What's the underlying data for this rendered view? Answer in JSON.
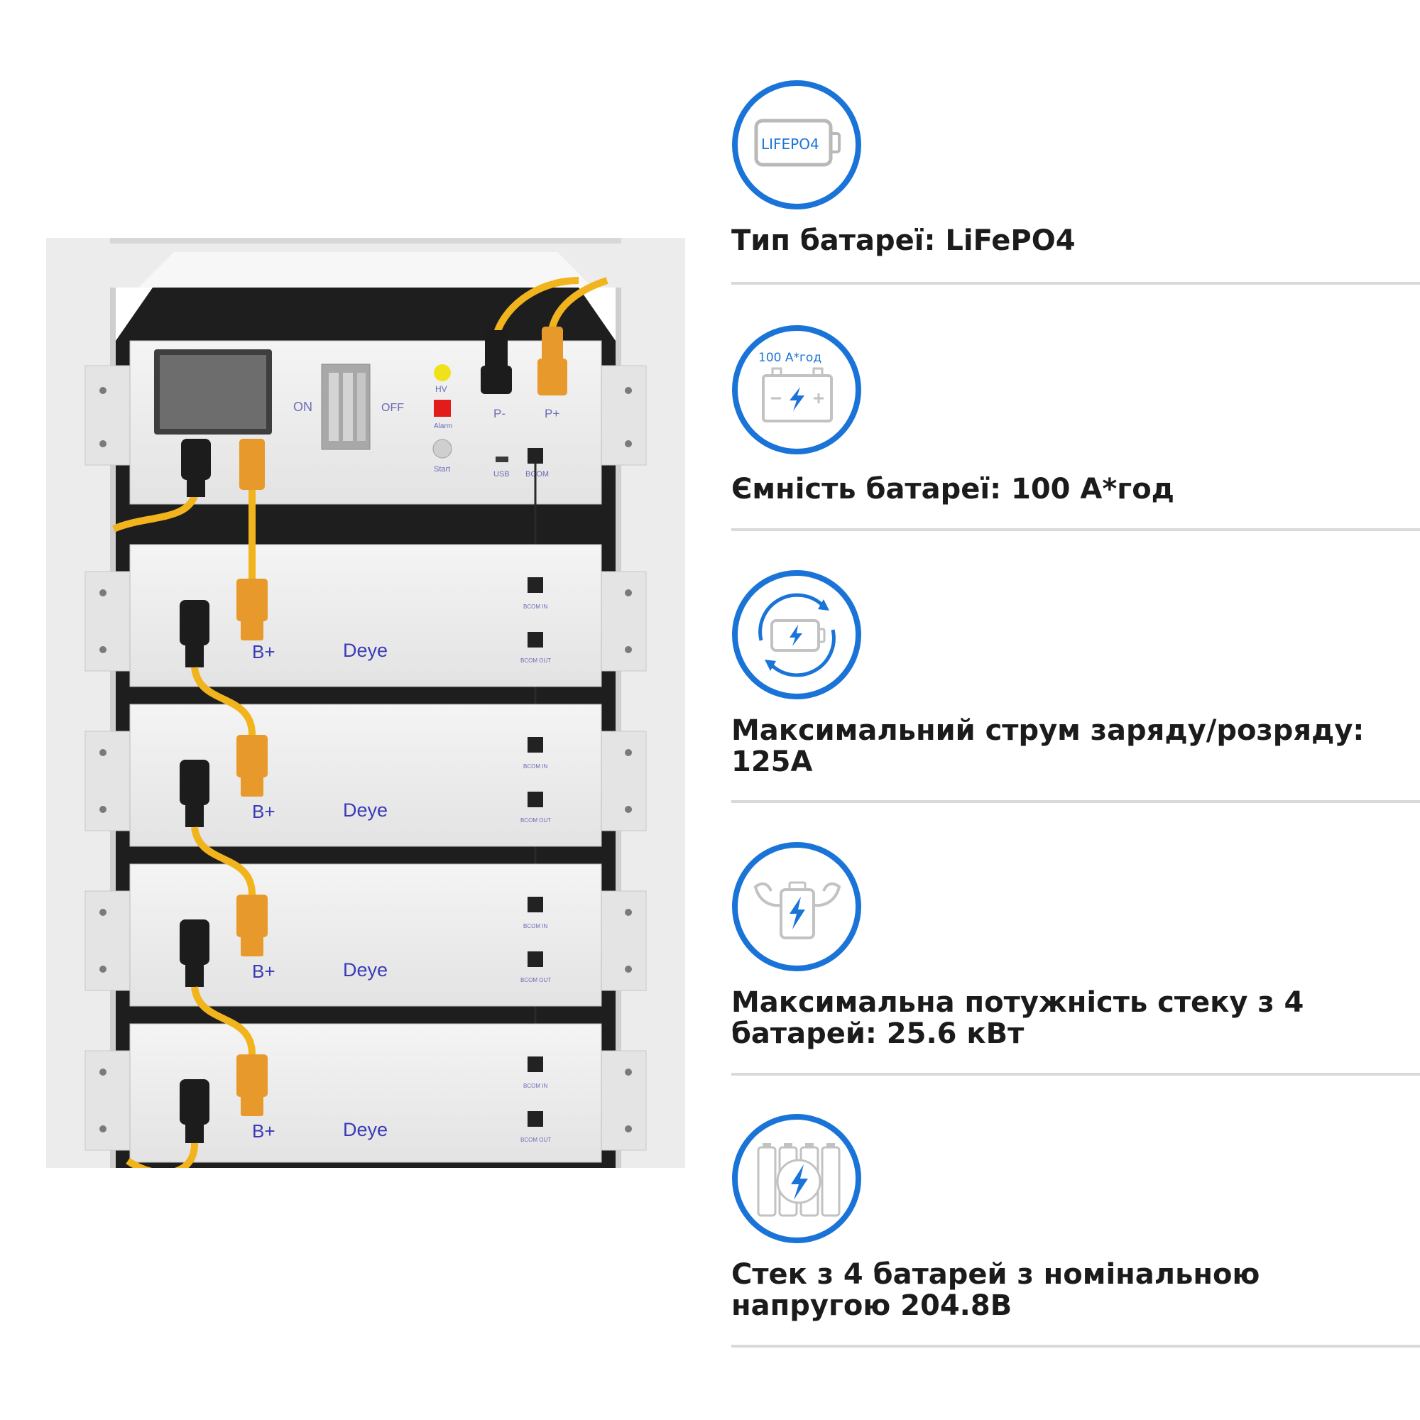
{
  "colors": {
    "accent_blue": "#1a74d8",
    "cable_yellow": "#f2b41c",
    "connector_orange": "#e79a2b",
    "module_gray": "#ececec",
    "divider": "#d9d9d9",
    "text_dark": "#1b1b1b"
  },
  "rack": {
    "control_panel": {
      "switch_on": "ON",
      "switch_off": "OFF",
      "hv": "HV",
      "alarm": "Alarm",
      "start": "Start",
      "usb": "USB",
      "bcom": "BCOM",
      "p_minus": "P-",
      "p_plus": "P+"
    },
    "modules": [
      {
        "terminal": "B+",
        "brand": "Deye",
        "bcom_in": "BCOM IN",
        "bcom_out": "BCOM OUT"
      },
      {
        "terminal": "B+",
        "brand": "Deye",
        "bcom_in": "BCOM IN",
        "bcom_out": "BCOM OUT"
      },
      {
        "terminal": "B+",
        "brand": "Deye",
        "bcom_in": "BCOM IN",
        "bcom_out": "BCOM OUT"
      },
      {
        "terminal": "B+",
        "brand": "Deye",
        "bcom_in": "BCOM IN",
        "bcom_out": "BCOM OUT"
      }
    ]
  },
  "specs": [
    {
      "icon": "lifepo4-battery-icon",
      "icon_label": "LIFEPO4",
      "text": "Тип батареї: LiFePO4"
    },
    {
      "icon": "car-battery-capacity-icon",
      "icon_label": "100 А*год",
      "text": "Ємність батареї: 100 А*год"
    },
    {
      "icon": "battery-cycle-icon",
      "icon_label": "",
      "text": "Максимальний струм заряду/розряду: 125А"
    },
    {
      "icon": "strong-battery-icon",
      "icon_label": "",
      "text": "Максимальна потужність стеку з 4 батарей: 25.6 кВт"
    },
    {
      "icon": "battery-stack-icon",
      "icon_label": "",
      "text": "Стек з 4 батарей з номінальною напругою 204.8В"
    }
  ]
}
